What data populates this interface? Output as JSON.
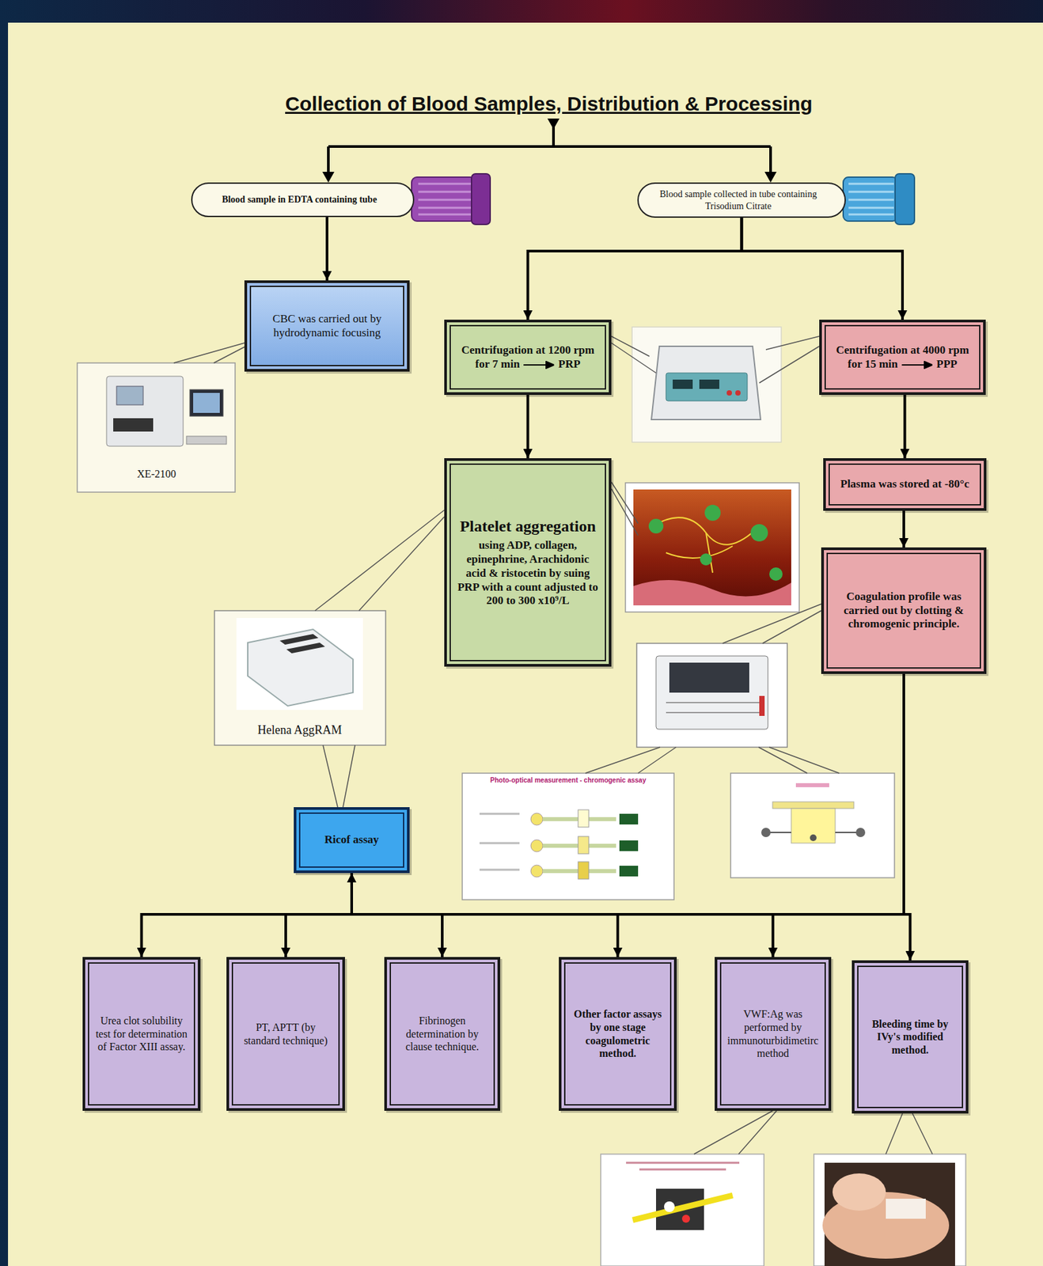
{
  "diagram": {
    "title": "Collection of Blood Samples, Distribution & Processing",
    "nodes": [
      {
        "text": [
          "Blood sample in EDTA containing tube"
        ]
      },
      {
        "text": [
          "Blood sample collected in tube containing Trisodium Citrate"
        ]
      },
      {
        "text": [
          "CBC was carried out by hydrodynamic focusing"
        ]
      },
      {
        "text": [
          "Centrifugation at 1200 rpm for 7 min",
          "PRP"
        ]
      },
      {
        "text": [
          "Centrifugation at 4000 rpm for 15 min",
          "PPP"
        ]
      },
      {
        "text": [
          "Platelet aggregation",
          "using ADP, collagen, epinephrine, Arachidonic acid & ristocetin by suing PRP with a count adjusted to 200 to 300 x10⁹/L"
        ]
      },
      {
        "text": [
          "Plasma was stored at -80°c"
        ]
      },
      {
        "text": [
          "Coagulation profile was carried out by clotting & chromogenic principle."
        ]
      },
      {
        "text": [
          "Ricof assay"
        ]
      },
      {
        "text": [
          "Urea clot solubility test for determination of Factor XIII assay."
        ]
      },
      {
        "text": [
          "PT, APTT (by standard technique)"
        ]
      },
      {
        "text": [
          "Fibrinogen determination by clause technique."
        ]
      },
      {
        "text": [
          "Other factor assays by one stage coagulometric method."
        ]
      },
      {
        "text": [
          "VWF:Ag was performed by immunoturbidimetirc method"
        ]
      },
      {
        "text": [
          "Bleeding time by IVy's modified method."
        ]
      }
    ],
    "edges": [
      {
        "from": 0,
        "to": 2,
        "arrow": "to"
      },
      {
        "from": 1,
        "to": 3,
        "arrow": "to"
      },
      {
        "from": 1,
        "to": 4,
        "arrow": "to"
      },
      {
        "from": 3,
        "to": 5,
        "arrow": "to"
      },
      {
        "from": 4,
        "to": 6,
        "arrow": "to"
      },
      {
        "from": 6,
        "to": 7,
        "arrow": "to"
      },
      {
        "from": 7,
        "to": 8,
        "arrow": "to"
      },
      {
        "from": 7,
        "to": 9,
        "arrow": "to"
      },
      {
        "from": 7,
        "to": 10,
        "arrow": "to"
      },
      {
        "from": 7,
        "to": 11,
        "arrow": "to"
      },
      {
        "from": 7,
        "to": 12,
        "arrow": "to"
      },
      {
        "from": 7,
        "to": 13,
        "arrow": "to"
      },
      {
        "from": 7,
        "to": 14,
        "arrow": "to"
      }
    ],
    "labels": [
      "XE-2100",
      "Helena AggRAM",
      "Photo-optical measurement - chromogenic assay"
    ]
  }
}
